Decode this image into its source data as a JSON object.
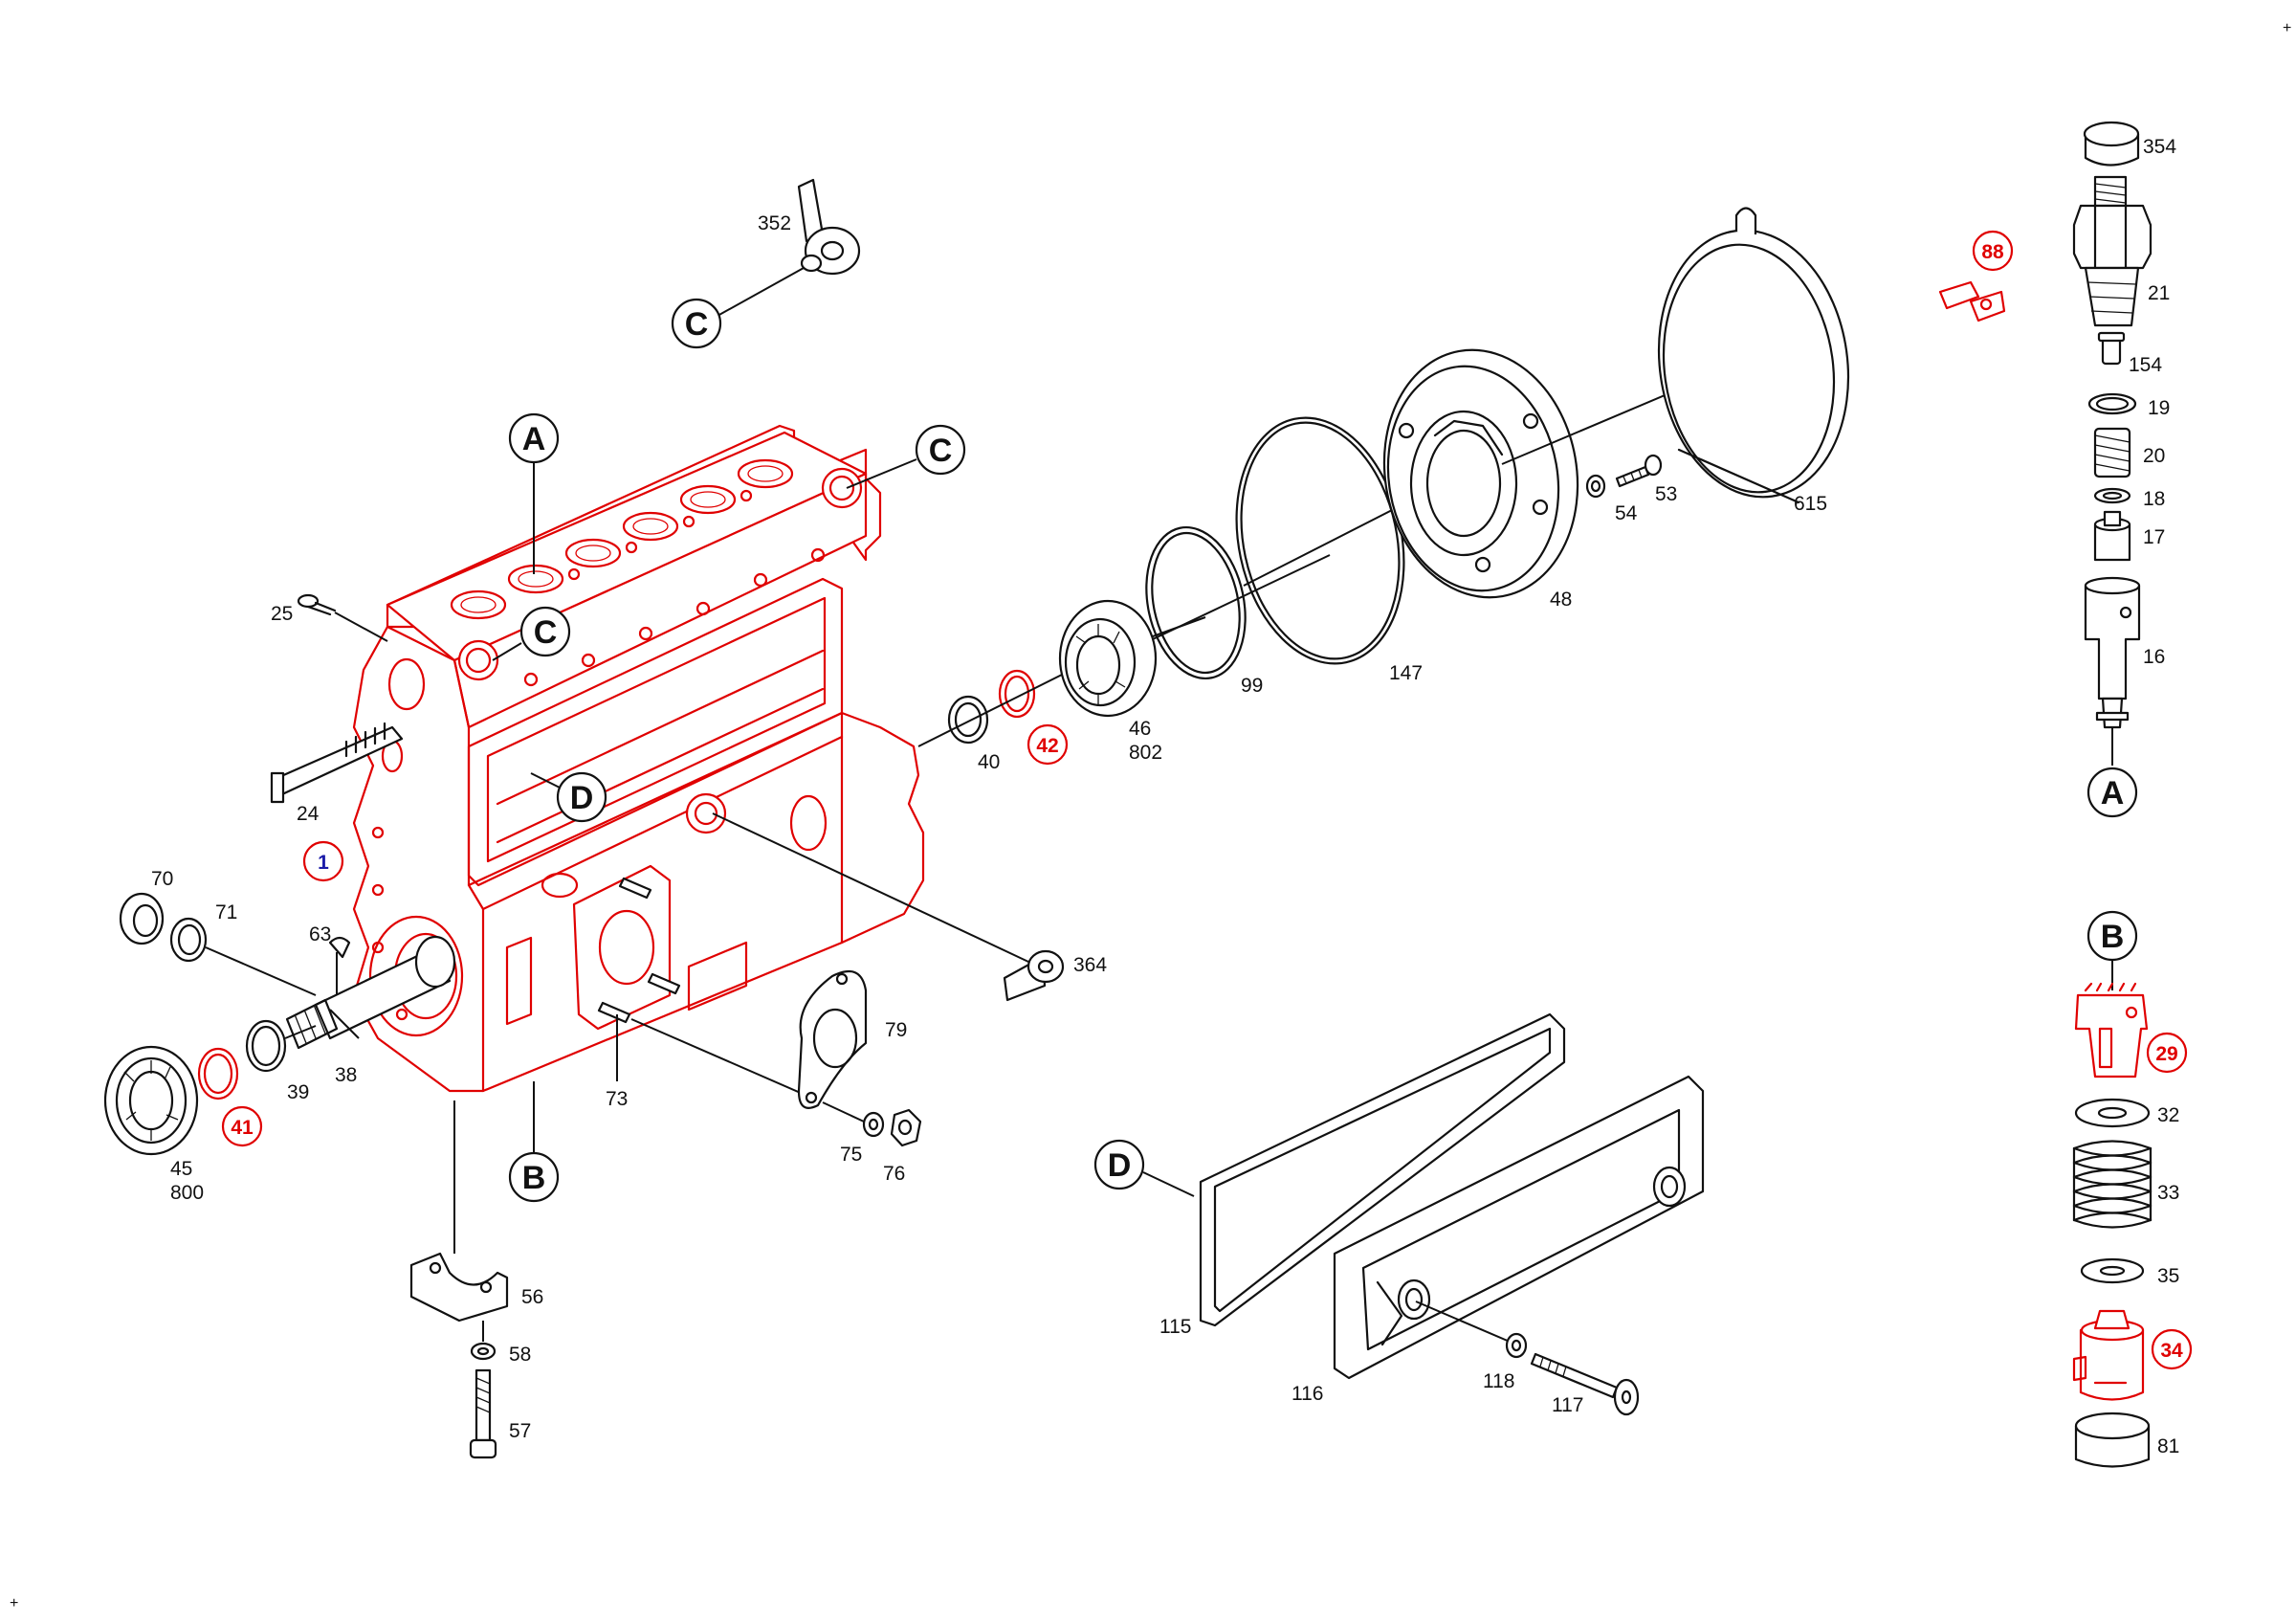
{
  "callouts": {
    "A": "A",
    "B": "B",
    "C": "C",
    "D": "D"
  },
  "labels": {
    "p1": "1",
    "p16": "16",
    "p17": "17",
    "p18": "18",
    "p19": "19",
    "p20": "20",
    "p21": "21",
    "p24": "24",
    "p25": "25",
    "p29": "29",
    "p32": "32",
    "p33": "33",
    "p34": "34",
    "p35": "35",
    "p38": "38",
    "p39": "39",
    "p40": "40",
    "p41": "41",
    "p42": "42",
    "p45": "45",
    "p46": "46",
    "p48": "48",
    "p53": "53",
    "p54": "54",
    "p56": "56",
    "p57": "57",
    "p58": "58",
    "p63": "63",
    "p70": "70",
    "p71": "71",
    "p73": "73",
    "p75": "75",
    "p76": "76",
    "p79": "79",
    "p81": "81",
    "p88": "88",
    "p99": "99",
    "p115": "115",
    "p116": "116",
    "p117": "117",
    "p118": "118",
    "p147": "147",
    "p154": "154",
    "p352": "352",
    "p354": "354",
    "p364": "364",
    "p615": "615",
    "p800": "800",
    "p802": "802"
  },
  "colors": {
    "highlight": "#e00000",
    "line": "#111111",
    "number_blue": "#1a1aa8"
  }
}
